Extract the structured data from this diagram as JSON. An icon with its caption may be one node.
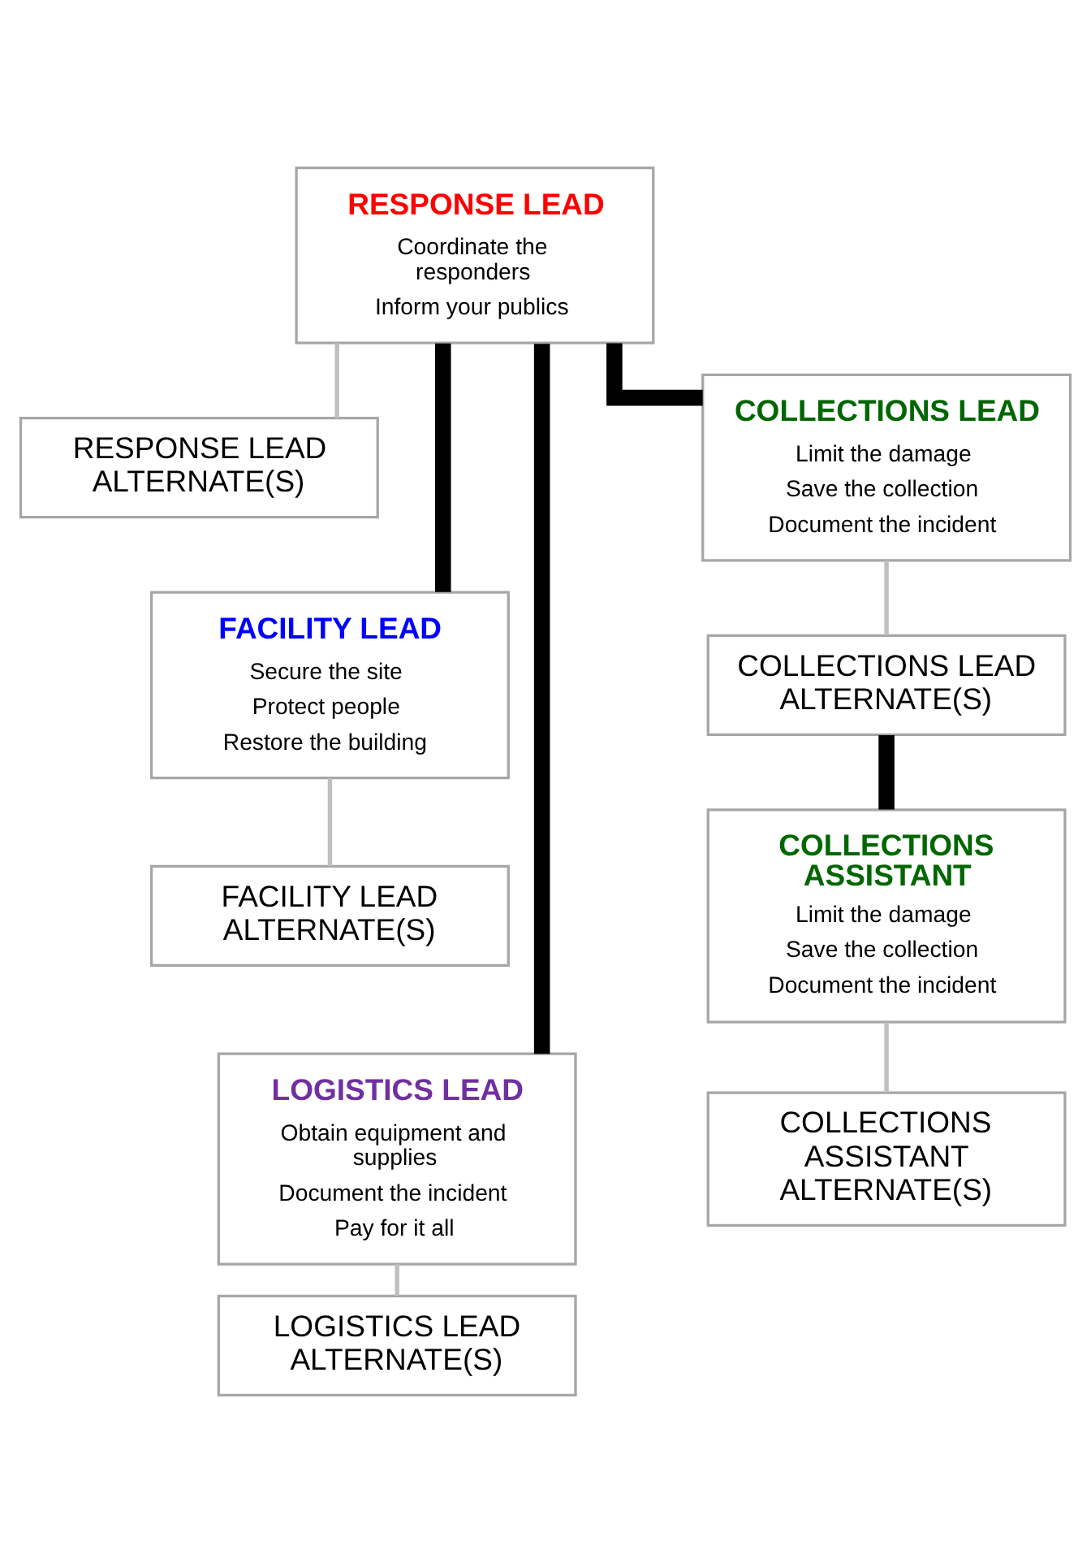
{
  "diagram": {
    "nodes": [
      {
        "text": [
          "RESPONSE LEAD",
          "Coordinate the responders",
          "Inform your publics"
        ]
      },
      {
        "text": [
          "RESPONSE LEAD ALTERNATE(S)"
        ]
      },
      {
        "text": [
          "FACILITY LEAD",
          "Secure the site",
          "Protect people",
          "Restore the building"
        ]
      },
      {
        "text": [
          "FACILITY LEAD ALTERNATE(S)"
        ]
      },
      {
        "text": [
          "LOGISTICS LEAD",
          "Obtain equipment and supplies",
          "Document the incident",
          "Pay for it all"
        ]
      },
      {
        "text": [
          "LOGISTICS LEAD ALTERNATE(S)"
        ]
      },
      {
        "text": [
          "COLLECTIONS LEAD",
          "Limit the damage",
          "Save the collection",
          "Document the incident"
        ]
      },
      {
        "text": [
          "COLLECTIONS LEAD ALTERNATE(S)"
        ]
      },
      {
        "text": [
          "COLLECTIONS ASSISTANT",
          "Limit the damage",
          "Save the collection",
          "Document the incident"
        ]
      },
      {
        "text": [
          "COLLECTIONS ASSISTANT ALTERNATE(S)"
        ]
      }
    ],
    "edges": [
      {
        "from": 0,
        "to": 1,
        "arrow": "none"
      },
      {
        "from": 0,
        "to": 2,
        "arrow": "none",
        "style": "thick",
        "color": "#000000"
      },
      {
        "from": 2,
        "to": 3,
        "arrow": "none"
      },
      {
        "from": 0,
        "to": 4,
        "arrow": "none",
        "style": "thick",
        "color": "#000000"
      },
      {
        "from": 4,
        "to": 5,
        "arrow": "none"
      },
      {
        "from": 0,
        "to": 6,
        "arrow": "none",
        "style": "thick",
        "color": "#000000"
      },
      {
        "from": 6,
        "to": 7,
        "arrow": "none"
      },
      {
        "from": 7,
        "to": 8,
        "arrow": "none",
        "style": "thick",
        "color": "#000000"
      },
      {
        "from": 8,
        "to": 9,
        "arrow": "none"
      }
    ]
  }
}
